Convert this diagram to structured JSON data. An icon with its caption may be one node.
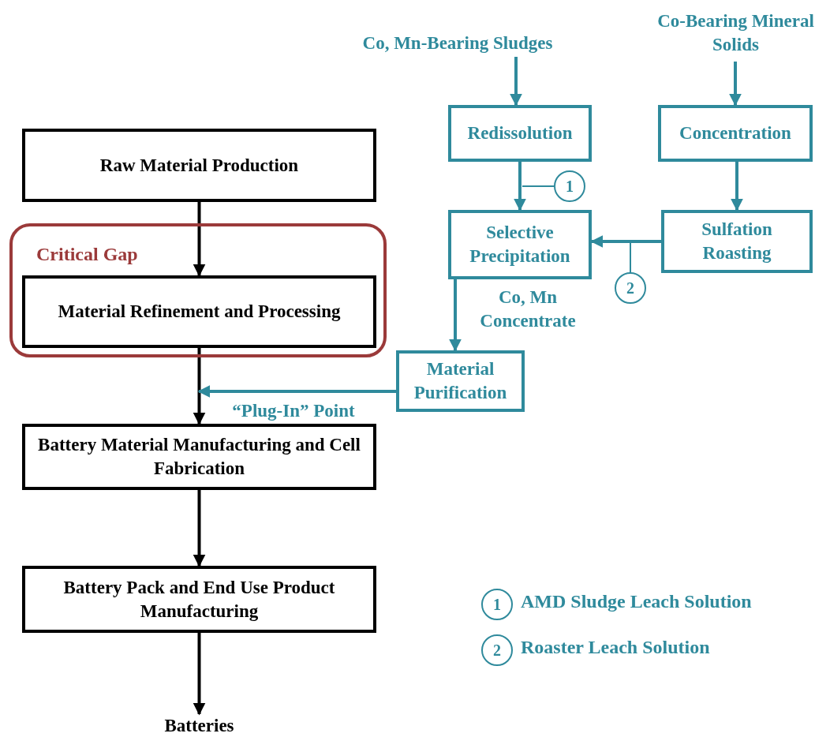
{
  "diagram": {
    "nodes": [
      {
        "text": [
          "Raw Material Production"
        ]
      },
      {
        "text": [
          "Critical Gap"
        ]
      },
      {
        "text": [
          "Material Refinement and Processing"
        ],
        "in": 1
      },
      {
        "text": [
          "Battery Material Manufacturing and Cell Fabrication"
        ]
      },
      {
        "text": [
          "Battery Pack and End Use Product Manufacturing"
        ]
      },
      {
        "text": [
          "Batteries"
        ]
      },
      {
        "text": [
          "Co, Mn-Bearing Sludges"
        ]
      },
      {
        "text": [
          "Co-Bearing Mineral Solids"
        ]
      },
      {
        "text": [
          "Redissolution"
        ]
      },
      {
        "text": [
          "Concentration"
        ]
      },
      {
        "text": [
          "Selective Precipitation"
        ]
      },
      {
        "text": [
          "Sulfation Roasting"
        ]
      },
      {
        "text": [
          "Material Purification"
        ]
      },
      {
        "text": [
          "1"
        ]
      },
      {
        "text": [
          "2"
        ]
      },
      {
        "text": [
          "1"
        ],
        "beside": [
          "AMD Sludge Leach Solution"
        ]
      },
      {
        "text": [
          "2"
        ],
        "beside": [
          "Roaster Leach Solution"
        ]
      }
    ],
    "edges": [
      {
        "from": 0,
        "to": 2,
        "arrow": "to",
        "color": "#000000"
      },
      {
        "from": 2,
        "to": 3,
        "arrow": "to",
        "color": "#000000"
      },
      {
        "from": 3,
        "to": 4,
        "arrow": "to",
        "color": "#000000"
      },
      {
        "from": 4,
        "to": 5,
        "arrow": "to",
        "color": "#000000"
      },
      {
        "from": 6,
        "to": 8,
        "arrow": "to"
      },
      {
        "from": 7,
        "to": 9,
        "arrow": "to"
      },
      {
        "from": 8,
        "to": 10,
        "arrow": "to"
      },
      {
        "from": 9,
        "to": 11,
        "arrow": "to"
      },
      {
        "from": 11,
        "to": 10,
        "arrow": "to"
      },
      {
        "from": 10,
        "to": 12,
        "arrow": "to",
        "label": "Co, Mn Concentrate"
      },
      {
        "from": 12,
        "to": null,
        "arrow": "to",
        "label": "“Plug-In” Point"
      },
      {
        "from": 13,
        "to": null,
        "arrow": "none"
      },
      {
        "from": 14,
        "to": null,
        "arrow": "none"
      }
    ]
  }
}
